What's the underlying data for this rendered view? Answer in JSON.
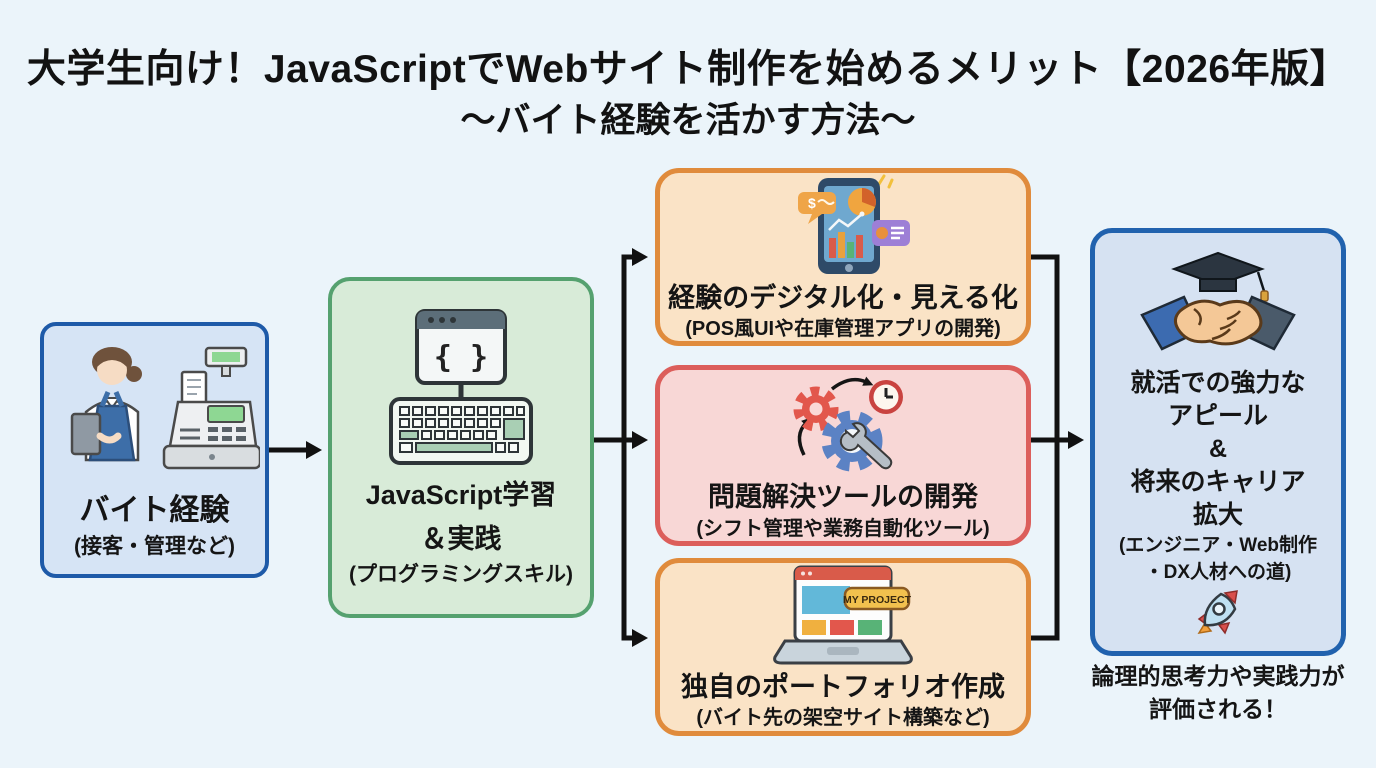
{
  "title": {
    "line1": "大学生向け！JavaScriptでWebサイト制作を始めるメリット【2026年版】",
    "line2": "～バイト経験を活かす方法～"
  },
  "nodes": {
    "experience": {
      "label": "バイト経験",
      "sublabel": "(接客・管理など)"
    },
    "learning": {
      "line1": "JavaScript学習",
      "line2": "＆実践",
      "sublabel": "(プログラミングスキル)",
      "icon_glyph": "{ }"
    },
    "digitize": {
      "label": "経験のデジタル化・見える化",
      "sublabel": "(POS風UIや在庫管理アプリの開発)",
      "dollar_glyph": "$"
    },
    "solve": {
      "label": "問題解決ツールの開発",
      "sublabel": "(シフト管理や業務自動化ツール)"
    },
    "portfolio": {
      "label": "独自のポートフォリオ作成",
      "sublabel": "(バイト先の架空サイト構築など)",
      "badge": "MY PROJECT"
    },
    "career": {
      "line1": "就活での強力な",
      "line2": "アピール",
      "line3": "&",
      "line4": "将来のキャリア",
      "line5": "拡大",
      "sublabel1": "(エンジニア・Web制作",
      "sublabel2": "・DX人材への道)"
    }
  },
  "caption": {
    "line1": "論理的思考力や実践力が",
    "line2": "評価される！"
  },
  "colors": {
    "background": "#EBF4FA",
    "blue_fill": "#D6E4F5",
    "blue_border": "#1E5AA8",
    "green_fill": "#D8EBD8",
    "green_border": "#55A16F",
    "orange_fill": "#FAE3C6",
    "orange_border": "#E08B3C",
    "red_fill": "#F8D7D6",
    "red_border": "#DC5E5B",
    "arrow": "#111111"
  }
}
